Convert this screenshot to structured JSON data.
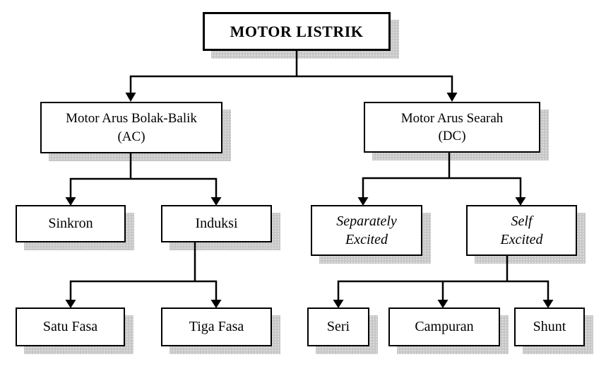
{
  "diagram": {
    "title": "MOTOR LISTRIK",
    "type": "hierarchy-flowchart",
    "colors": {
      "background": "#ffffff",
      "box_fill": "#ffffff",
      "box_border": "#000000",
      "connector": "#000000",
      "shadow": "#c7c7c7"
    },
    "nodes": {
      "root": {
        "line1": "MOTOR LISTRIK"
      },
      "ac": {
        "line1": "Motor Arus Bolak-Balik",
        "line2": "(AC)"
      },
      "dc": {
        "line1": "Motor Arus Searah",
        "line2": "(DC)"
      },
      "sinkron": {
        "line1": "Sinkron"
      },
      "induksi": {
        "line1": "Induksi"
      },
      "separately_excited": {
        "line1": "Separately",
        "line2": "Excited"
      },
      "self_excited": {
        "line1": "Self",
        "line2": "Excited"
      },
      "satu_fasa": {
        "line1": "Satu Fasa"
      },
      "tiga_fasa": {
        "line1": "Tiga Fasa"
      },
      "seri": {
        "line1": "Seri"
      },
      "campuran": {
        "line1": "Campuran"
      },
      "shunt": {
        "line1": "Shunt"
      }
    },
    "edges": [
      {
        "from": "root",
        "to": "ac"
      },
      {
        "from": "root",
        "to": "dc"
      },
      {
        "from": "ac",
        "to": "sinkron"
      },
      {
        "from": "ac",
        "to": "induksi"
      },
      {
        "from": "induksi",
        "to": "satu_fasa"
      },
      {
        "from": "induksi",
        "to": "tiga_fasa"
      },
      {
        "from": "dc",
        "to": "separately_excited"
      },
      {
        "from": "dc",
        "to": "self_excited"
      },
      {
        "from": "self_excited",
        "to": "seri"
      },
      {
        "from": "self_excited",
        "to": "campuran"
      },
      {
        "from": "self_excited",
        "to": "shunt"
      }
    ]
  }
}
